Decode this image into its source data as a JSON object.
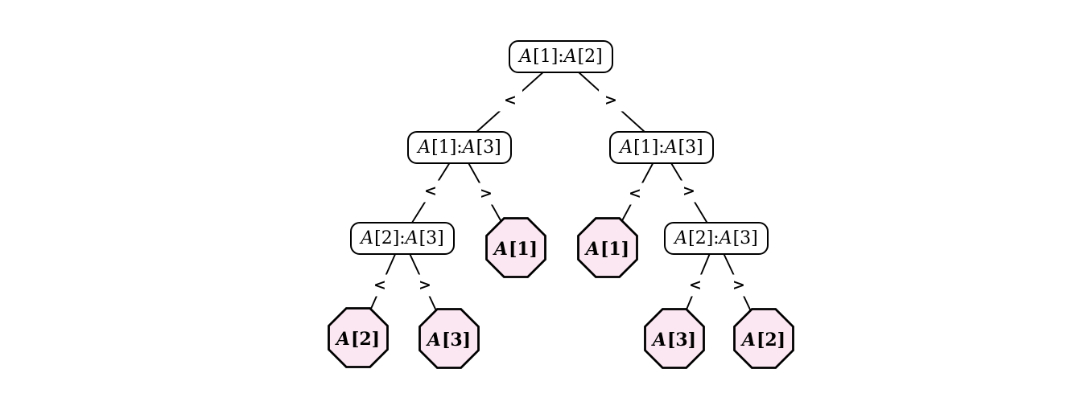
{
  "diagram": {
    "kind": "binary comparison decision tree",
    "colors": {
      "page_bg": "#ffffff",
      "node_fill": "#ffffff",
      "leaf_fill": "#fbe7f1",
      "stroke": "#000000",
      "text": "#000000"
    },
    "nodes": [
      {
        "id": "root",
        "type": "decision",
        "label": "A[1]:A[2]"
      },
      {
        "id": "l",
        "type": "decision",
        "label": "A[1]:A[3]"
      },
      {
        "id": "r",
        "type": "decision",
        "label": "A[1]:A[3]"
      },
      {
        "id": "ll",
        "type": "decision",
        "label": "A[2]:A[3]"
      },
      {
        "id": "lr",
        "type": "leaf",
        "label": "A[1]"
      },
      {
        "id": "rl",
        "type": "leaf",
        "label": "A[1]"
      },
      {
        "id": "rr",
        "type": "decision",
        "label": "A[2]:A[3]"
      },
      {
        "id": "lll",
        "type": "leaf",
        "label": "A[2]"
      },
      {
        "id": "llr",
        "type": "leaf",
        "label": "A[3]"
      },
      {
        "id": "rrl",
        "type": "leaf",
        "label": "A[3]"
      },
      {
        "id": "rrr",
        "type": "leaf",
        "label": "A[2]"
      }
    ],
    "edges": [
      {
        "from": "root",
        "to": "l",
        "label": "<"
      },
      {
        "from": "root",
        "to": "r",
        "label": ">"
      },
      {
        "from": "l",
        "to": "ll",
        "label": "<"
      },
      {
        "from": "l",
        "to": "lr",
        "label": ">"
      },
      {
        "from": "r",
        "to": "rl",
        "label": "<"
      },
      {
        "from": "r",
        "to": "rr",
        "label": ">"
      },
      {
        "from": "ll",
        "to": "lll",
        "label": "<"
      },
      {
        "from": "ll",
        "to": "llr",
        "label": ">"
      },
      {
        "from": "rr",
        "to": "rrl",
        "label": "<"
      },
      {
        "from": "rr",
        "to": "rrr",
        "label": ">"
      }
    ]
  }
}
